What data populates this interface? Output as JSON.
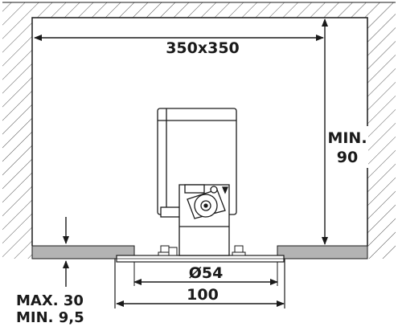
{
  "labels": {
    "opening": "350x350",
    "min_height_line1": "MIN.",
    "min_height_line2": "90",
    "shaft_diameter": "Ø54",
    "plate_width": "100",
    "depth_max": "MAX. 30",
    "depth_min": "MIN. 9,5"
  },
  "colors": {
    "line": "#1a1a1a",
    "hatch": "#555555",
    "slab": "#b3b3b3",
    "background": "#ffffff"
  }
}
